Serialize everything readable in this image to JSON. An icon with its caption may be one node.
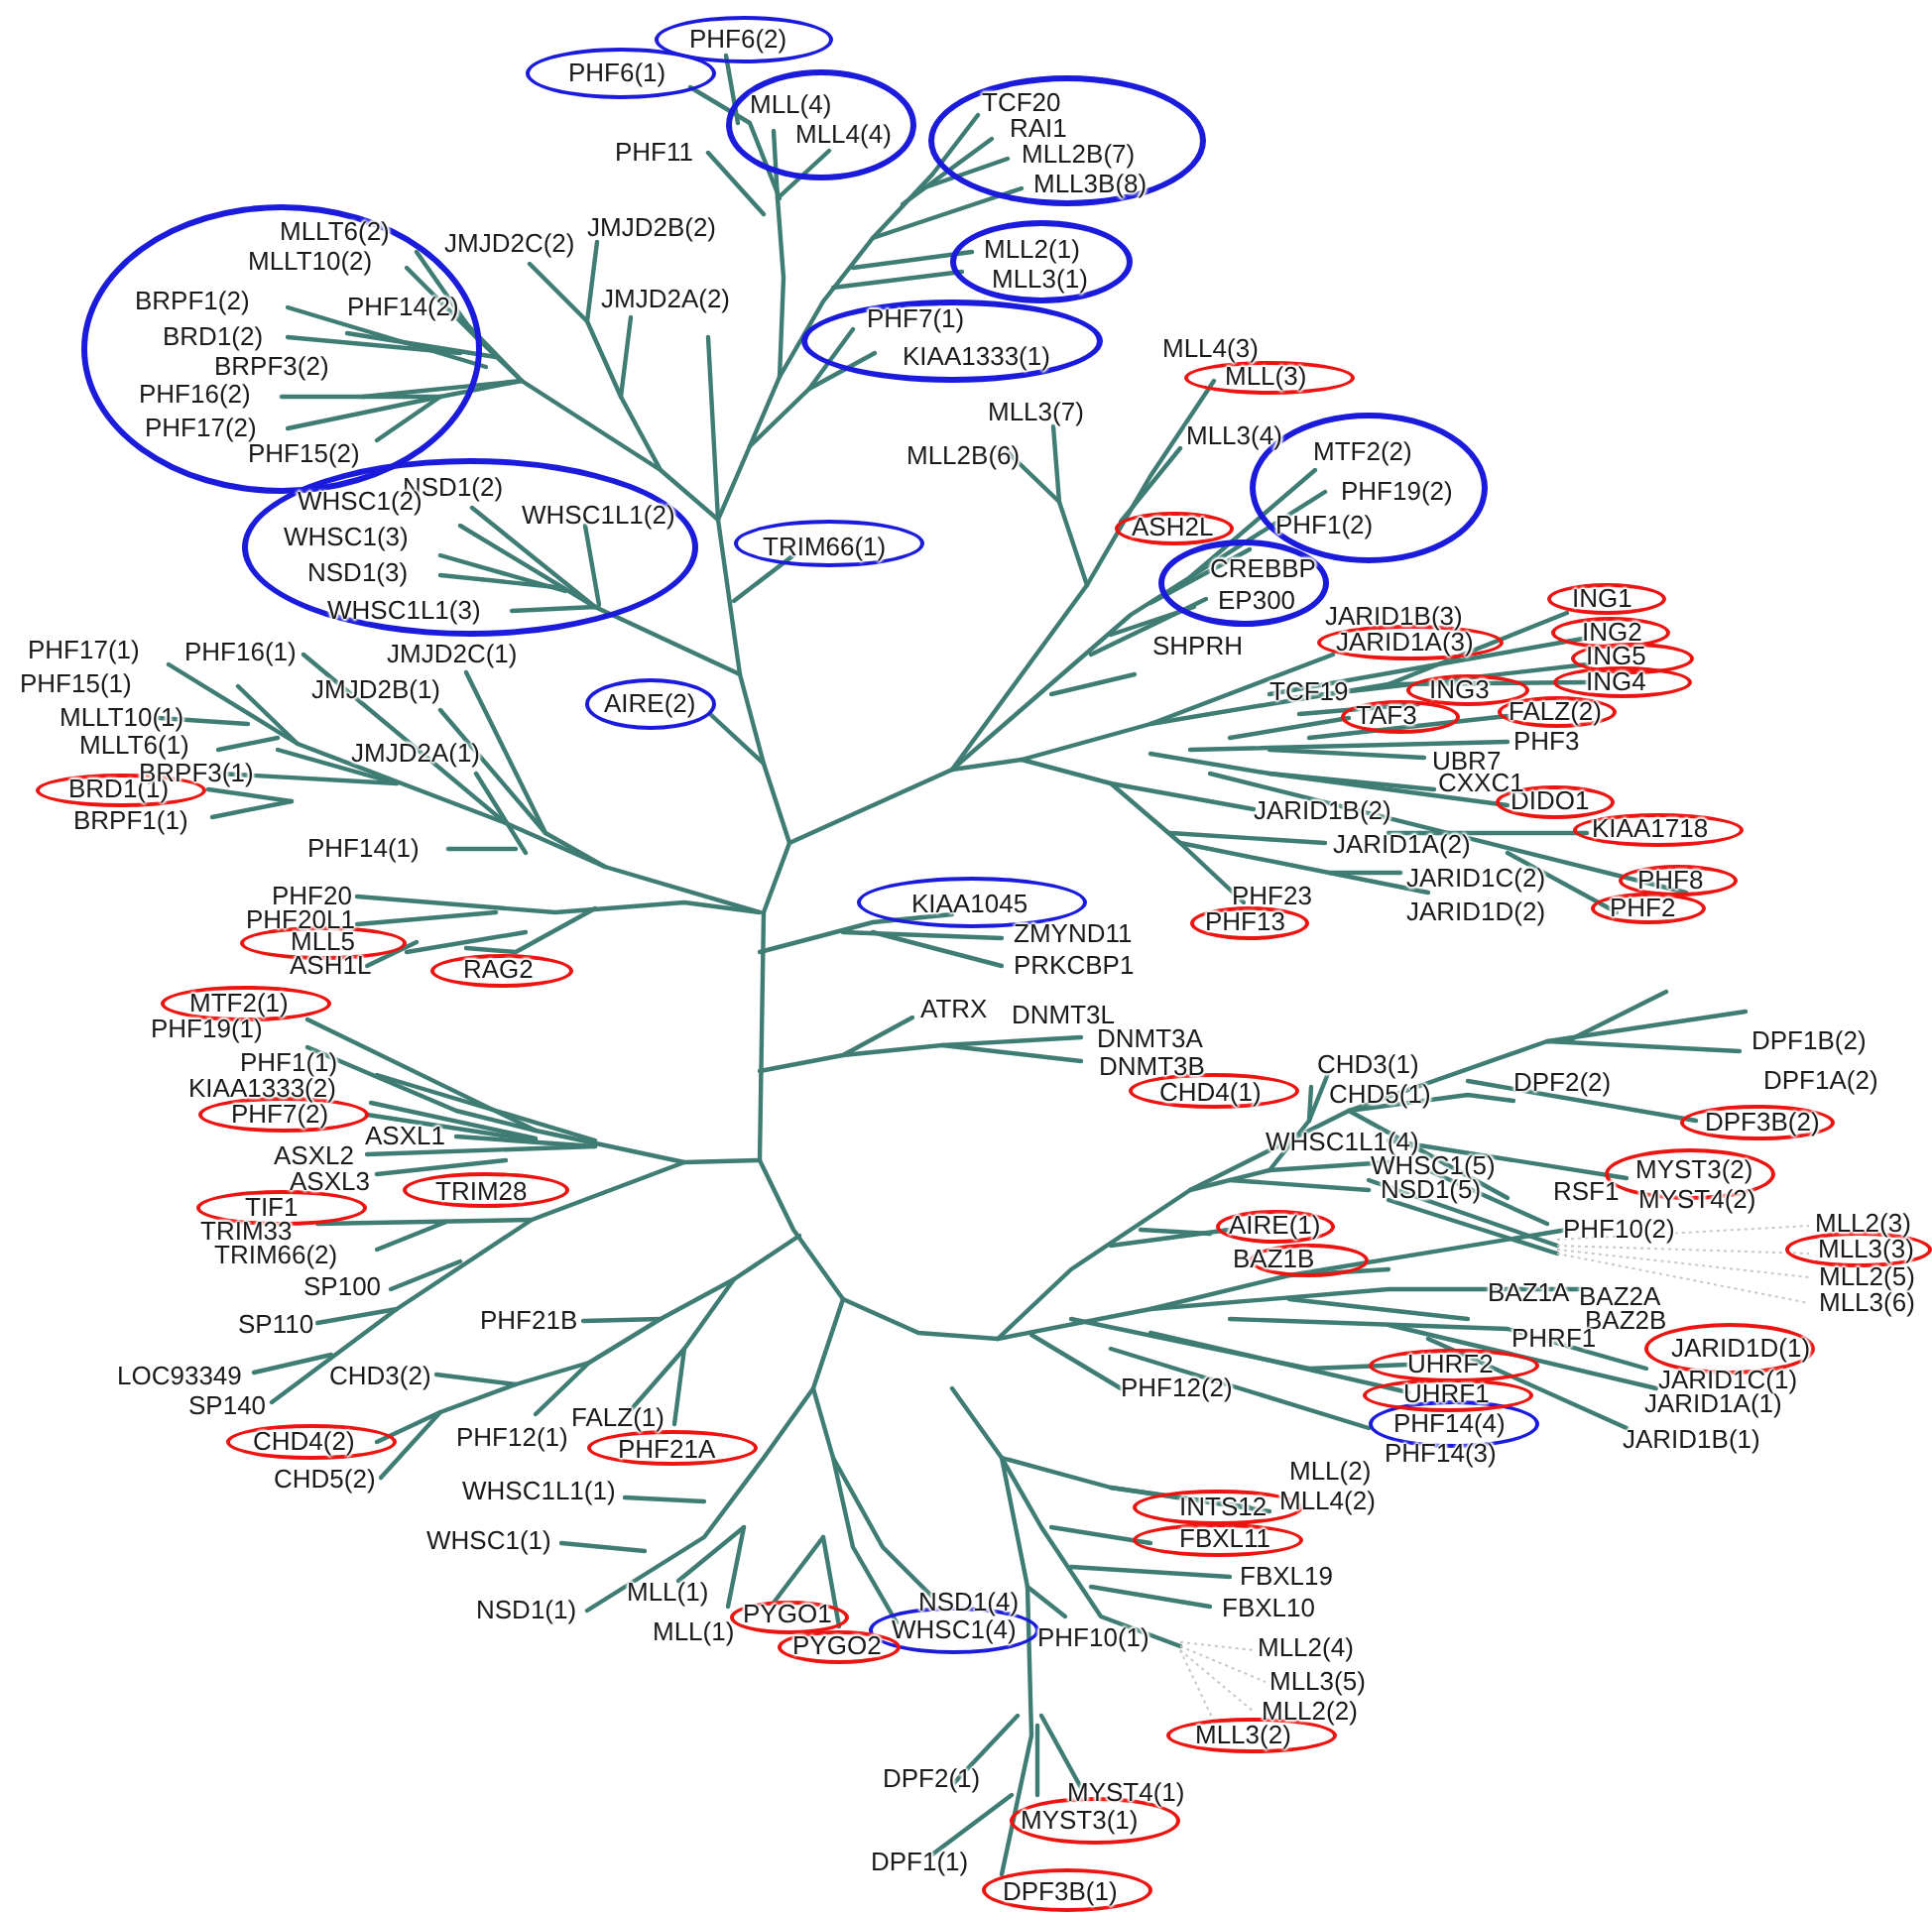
{
  "diagram": {
    "nodes": [
      {
        "text": [
          "PHF6(2)"
        ]
      },
      {
        "text": [
          "PHF6(1)"
        ]
      },
      {
        "text": [
          "MLL(4)",
          "MLL4(4)"
        ]
      },
      {
        "text": [
          "TCF20",
          "RAI1",
          "MLL2B(7)",
          "MLL3B(8)"
        ]
      },
      {
        "text": [
          "MLL2(1)",
          "MLL3(1)"
        ]
      },
      {
        "text": [
          "PHF7(1)",
          "KIAA1333(1)"
        ]
      },
      {
        "text": [
          "MLLT6(2)",
          "MLLT10(2)",
          "BRPF1(2)",
          "PHF14(2)",
          "BRD1(2)",
          "BRPF3(2)",
          "PHF16(2)",
          "PHF17(2)",
          "PHF15(2)"
        ]
      },
      {
        "text": [
          "NSD1(2)",
          "WHSC1(2)",
          "WHSC1L1(2)",
          "WHSC1(3)",
          "NSD1(3)",
          "WHSC1L1(3)"
        ]
      },
      {
        "text": [
          "TRIM66(1)"
        ]
      },
      {
        "text": [
          "AIRE(2)"
        ]
      },
      {
        "text": [
          "KIAA1045"
        ]
      },
      {
        "text": [
          "MTF2(2)",
          "PHF19(2)",
          "PHF1(2)"
        ]
      },
      {
        "text": [
          "CREBBP",
          "EP300"
        ]
      },
      {
        "text": [
          "PHF14(4)"
        ]
      },
      {
        "text": [
          "WHSC1(4)"
        ]
      },
      {
        "text": [
          "MLL(3)"
        ]
      },
      {
        "text": [
          "ASH2L"
        ]
      },
      {
        "text": [
          "ING1"
        ]
      },
      {
        "text": [
          "JARID1A(3)"
        ]
      },
      {
        "text": [
          "ING2"
        ]
      },
      {
        "text": [
          "ING5"
        ]
      },
      {
        "text": [
          "ING4"
        ]
      },
      {
        "text": [
          "ING3"
        ]
      },
      {
        "text": [
          "TAF3"
        ]
      },
      {
        "text": [
          "FALZ(2)"
        ]
      },
      {
        "text": [
          "DIDO1"
        ]
      },
      {
        "text": [
          "KIAA1718"
        ]
      },
      {
        "text": [
          "PHF8"
        ]
      },
      {
        "text": [
          "PHF2"
        ]
      },
      {
        "text": [
          "PHF13"
        ]
      },
      {
        "text": [
          "BRD1(1)"
        ]
      },
      {
        "text": [
          "MLL5"
        ]
      },
      {
        "text": [
          "RAG2"
        ]
      },
      {
        "text": [
          "MTF2(1)"
        ]
      },
      {
        "text": [
          "PHF7(2)"
        ]
      },
      {
        "text": [
          "TIF1"
        ]
      },
      {
        "text": [
          "TRIM28"
        ]
      },
      {
        "text": [
          "CHD4(2)"
        ]
      },
      {
        "text": [
          "PHF21A"
        ]
      },
      {
        "text": [
          "PYGO1"
        ]
      },
      {
        "text": [
          "PYGO2"
        ]
      },
      {
        "text": [
          "CHD4(1)"
        ]
      },
      {
        "text": [
          "AIRE(1)"
        ]
      },
      {
        "text": [
          "BAZ1B"
        ]
      },
      {
        "text": [
          "DPF3B(2)"
        ]
      },
      {
        "text": [
          "MYST3(2)"
        ]
      },
      {
        "text": [
          "MLL3(3)"
        ]
      },
      {
        "text": [
          "JARID1D(1)"
        ]
      },
      {
        "text": [
          "UHRF2"
        ]
      },
      {
        "text": [
          "UHRF1"
        ]
      },
      {
        "text": [
          "INTS12"
        ]
      },
      {
        "text": [
          "FBXL11"
        ]
      },
      {
        "text": [
          "MLL3(2)"
        ]
      },
      {
        "text": [
          "MYST3(1)"
        ]
      },
      {
        "text": [
          "DPF3B(1)"
        ]
      }
    ],
    "labels": [
      "PHF11",
      "JMJD2C(2)",
      "JMJD2B(2)",
      "JMJD2A(2)",
      "MLL4(3)",
      "MLL3(7)",
      "MLL3(4)",
      "MLL2B(6)",
      "SHPRH",
      "JARID1B(3)",
      "TCF19",
      "PHF3",
      "UBR7",
      "CXXC1",
      "PHF17(1)",
      "PHF16(1)",
      "JMJD2C(1)",
      "PHF15(1)",
      "JMJD2B(1)",
      "MLLT10(1)",
      "MLLT6(1)",
      "JMJD2A(1)",
      "BRPF3(1)",
      "BRPF1(1)",
      "PHF14(1)",
      "JARID1B(2)",
      "JARID1A(2)",
      "JARID1C(2)",
      "PHF23",
      "JARID1D(2)",
      "PHF20",
      "PHF20L1",
      "ASH1L",
      "ZMYND11",
      "PRKCBP1",
      "ATRX",
      "DNMT3L",
      "DNMT3A",
      "DNMT3B",
      "PHF19(1)",
      "PHF1(1)",
      "KIAA1333(2)",
      "ASXL1",
      "ASXL2",
      "ASXL3",
      "CHD3(1)",
      "CHD5(1)",
      "DPF1B(2)",
      "DPF1A(2)",
      "DPF2(2)",
      "WHSC1L1(4)",
      "WHSC1(5)",
      "NSD1(5)",
      "RSF1",
      "MYST4(2)",
      "PHF10(2)",
      "MLL2(3)",
      "MLL2(5)",
      "MLL3(6)",
      "BAZ1A",
      "BAZ2A",
      "BAZ2B",
      "PHRF1",
      "JARID1C(1)",
      "JARID1A(1)",
      "JARID1B(1)",
      "PHF14(3)",
      "PHF12(2)",
      "TRIM33",
      "TRIM66(2)",
      "SP100",
      "PHF21B",
      "SP110",
      "LOC93349",
      "CHD3(2)",
      "SP140",
      "FALZ(1)",
      "PHF12(1)",
      "CHD5(2)",
      "WHSC1L1(1)",
      "MLL(2)",
      "MLL4(2)",
      "WHSC1(1)",
      "FBXL19",
      "FBXL10",
      "NSD1(1)",
      "MLL(1)",
      "NSD1(4)",
      "PHF10(1)",
      "MLL(1)",
      "MLL2(4)",
      "MLL3(5)",
      "MLL2(2)",
      "DPF2(1)",
      "MYST4(1)",
      "DPF1(1)"
    ]
  }
}
